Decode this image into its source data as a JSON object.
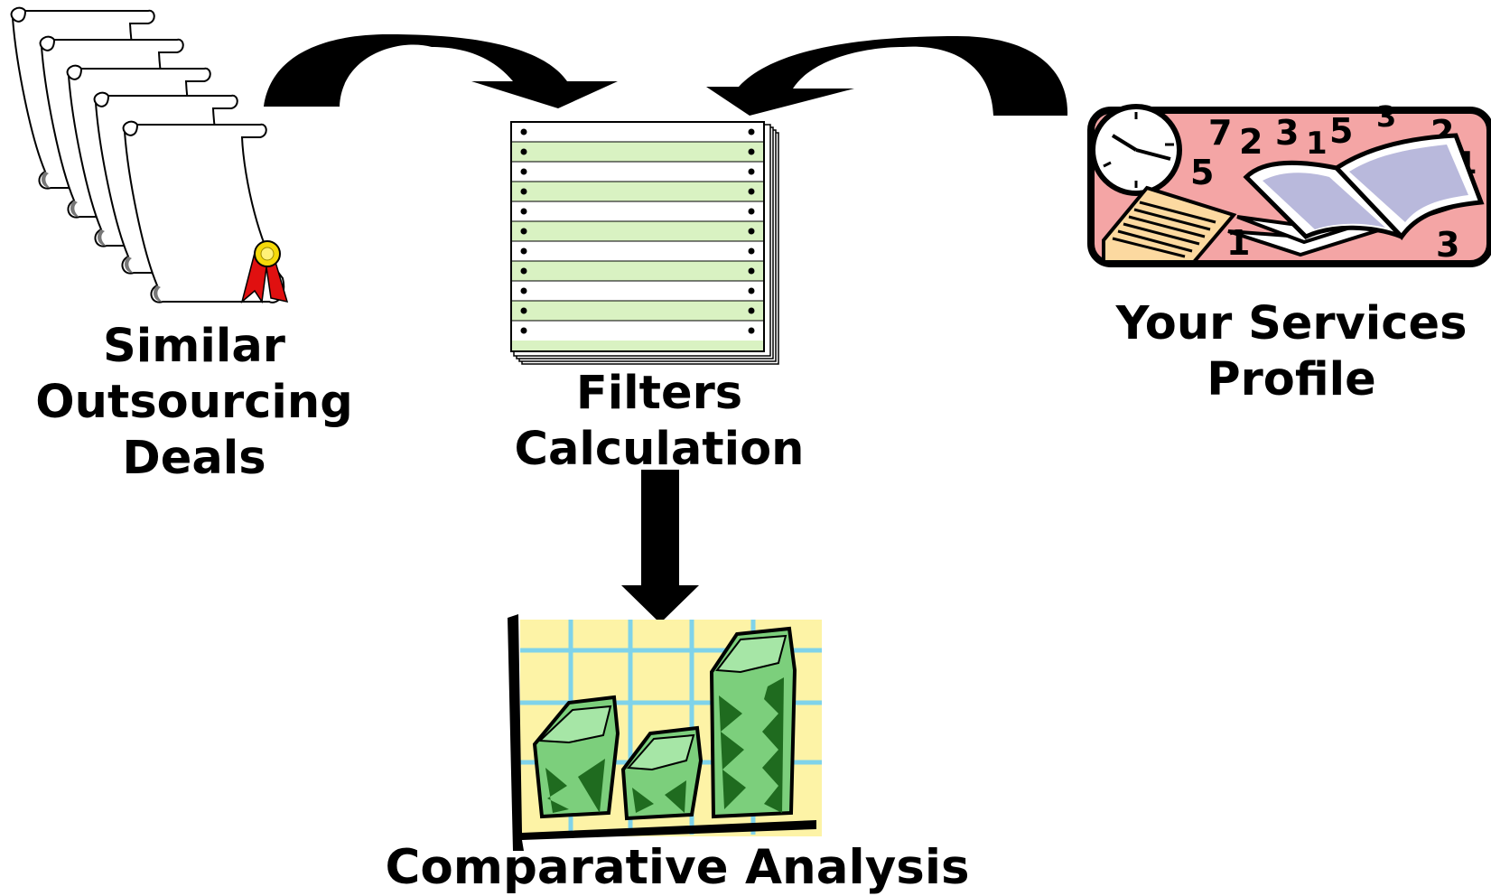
{
  "nodes": {
    "deals": {
      "label_lines": [
        "Similar",
        "Outsourcing",
        "Deals"
      ],
      "icon": "scroll-stack-with-ribbon"
    },
    "filters": {
      "label_lines": [
        "Filters",
        "Calculation"
      ],
      "icon": "striped-paper-stack"
    },
    "profile": {
      "label_lines": [
        "Your Services",
        "Profile"
      ],
      "icon": "book-clock-numbers",
      "icon_digits": [
        "7",
        "2",
        "3",
        "1",
        "5",
        "3",
        "2",
        "1",
        "5",
        "1",
        "3"
      ]
    },
    "analysis": {
      "label_lines": [
        "Comparative Analysis"
      ],
      "icon": "money-bar-chart"
    }
  },
  "colors": {
    "arrow": "#000000",
    "paper_stripe": "#d9f2c2",
    "chart_bg": "#fdf3a6",
    "chart_grid": "#7fd3ea",
    "money_green": "#7ccf7c",
    "profile_bg": "#f4a5a5",
    "book_page": "#b9b9dc",
    "ribbon": "#e01010",
    "seal": "#f5d90a"
  }
}
